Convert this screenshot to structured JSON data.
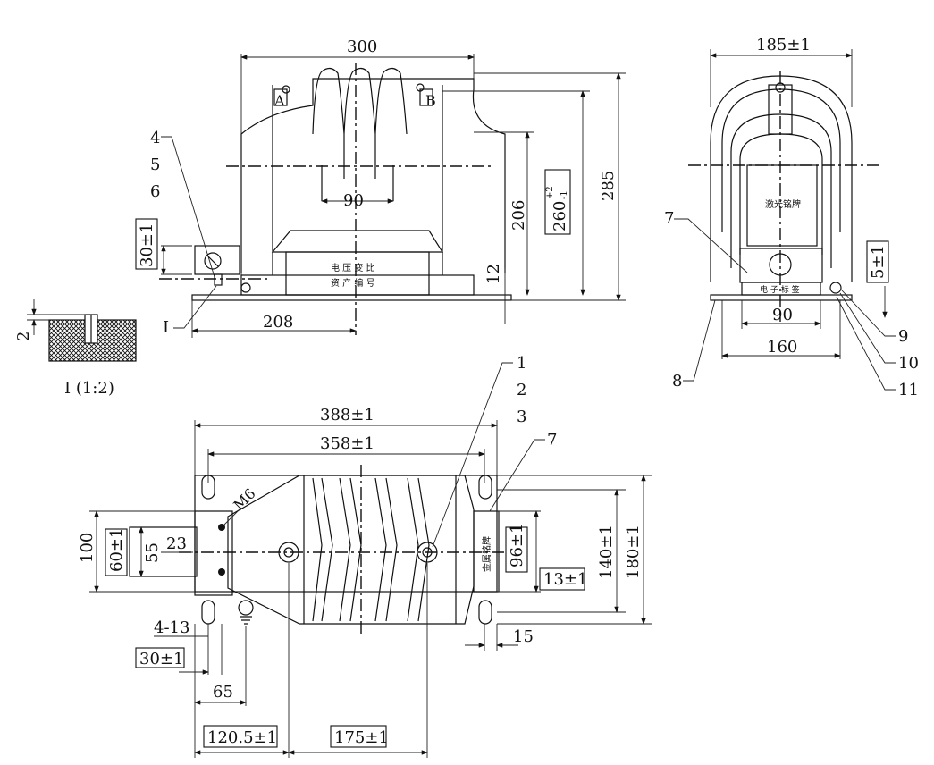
{
  "front_view": {
    "dim_width": "300",
    "dim_height_total": "285",
    "dim_height_tol": "260",
    "tol_plus": "+2",
    "tol_minus": "-1",
    "dim_206": "206",
    "dim_12": "12",
    "dim_90": "90",
    "dim_208": "208",
    "dim_30": "30±1",
    "terminal_a": "A",
    "terminal_b": "B",
    "nameplate_line1": "电 压 变 比",
    "nameplate_line2": "资 产 编 号",
    "callout_4": "4",
    "callout_5": "5",
    "callout_6": "6",
    "callout_I": "I"
  },
  "detail_view": {
    "dim_2": "2",
    "label": "I (1:2)"
  },
  "side_view": {
    "dim_185": "185±1",
    "dim_5": "5±1",
    "dim_90": "90",
    "dim_160": "160",
    "plate_top": "激光铭牌",
    "plate_bottom": "电 子 标 签",
    "callout_7": "7",
    "callout_8": "8",
    "callout_9": "9",
    "callout_10": "10",
    "callout_11": "11"
  },
  "top_view": {
    "dim_388": "388±1",
    "dim_358": "358±1",
    "dim_100": "100",
    "dim_60": "60±1",
    "dim_55": "55",
    "dim_23": "23",
    "dim_m6": "M6",
    "dim_4_13": "4-13",
    "dim_30": "30±1",
    "dim_65": "65",
    "dim_120": "120.5±1",
    "dim_175": "175±1",
    "dim_96": "96±1",
    "dim_13": "13±1",
    "dim_140": "140±1",
    "dim_180": "180±1",
    "dim_15": "15",
    "plate_vertical": "金属铭牌",
    "callout_1": "1",
    "callout_2": "2",
    "callout_3": "3",
    "callout_7": "7"
  }
}
